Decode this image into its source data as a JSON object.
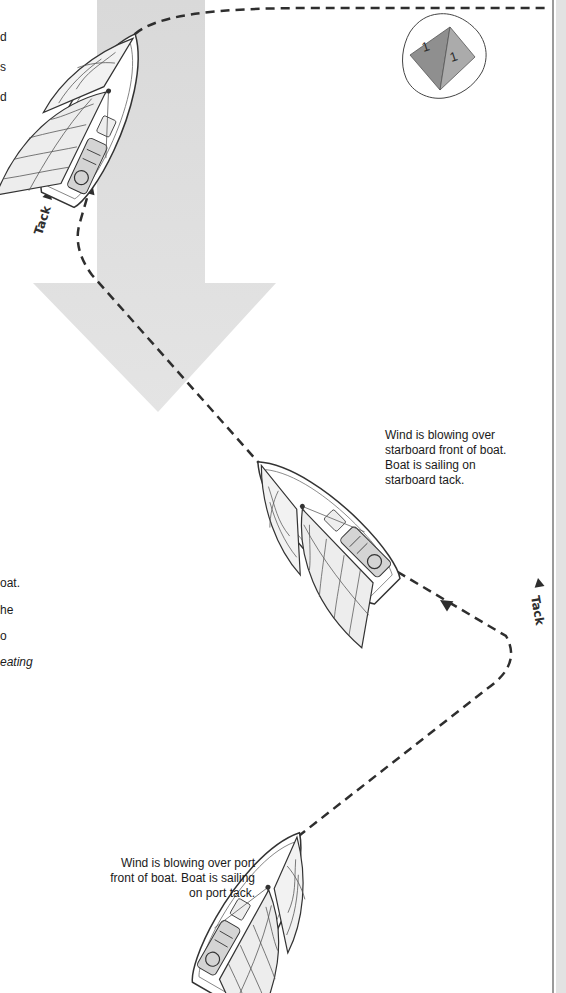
{
  "diagram": {
    "nodes": [
      {
        "text": [
          "1",
          "1"
        ]
      }
    ],
    "labels": [
      "d",
      "s",
      "d",
      "Tack",
      "Wind is blowing over starboard front of boat. Boat is sailing on starboard tack.",
      "oat.",
      "he",
      "o",
      "eating",
      "Tack",
      "Wind is blowing over port front of boat. Boat is sailing on port tack."
    ]
  }
}
